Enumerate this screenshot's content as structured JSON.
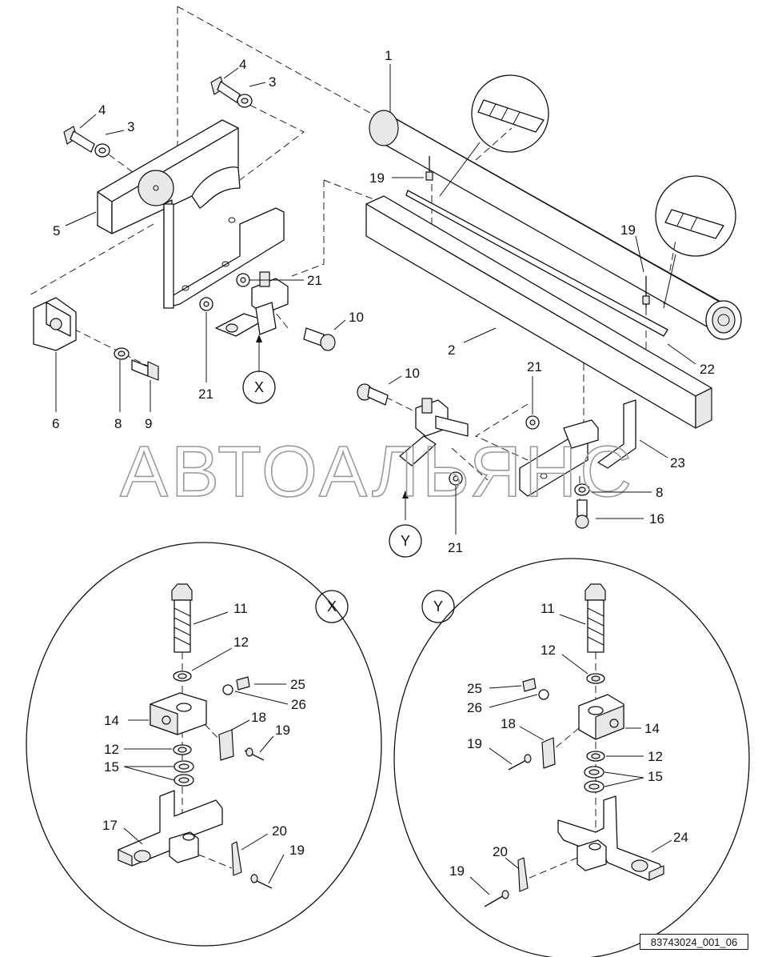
{
  "diagram": {
    "watermark": "АВТОАЛЬЯНС",
    "drawing_id": "83743024_001_06",
    "detail_bubbles": {
      "x": "X",
      "y": "Y"
    },
    "callouts": {
      "c1": "1",
      "c2": "2",
      "c3a": "3",
      "c3b": "3",
      "c4a": "4",
      "c4b": "4",
      "c5": "5",
      "c6": "6",
      "c8a": "8",
      "c8b": "8",
      "c9": "9",
      "c10a": "10",
      "c10b": "10",
      "c16": "16",
      "c19a": "19",
      "c19b": "19",
      "c21a": "21",
      "c21b": "21",
      "c21c": "21",
      "c21d": "21",
      "c22": "22",
      "c23": "23",
      "x11": "11",
      "x12a": "12",
      "x12b": "12",
      "x14": "14",
      "x15": "15",
      "x17": "17",
      "x18": "18",
      "x19a": "19",
      "x19b": "19",
      "x20": "20",
      "x25": "25",
      "x26": "26",
      "y11": "11",
      "y12a": "12",
      "y12b": "12",
      "y14": "14",
      "y15": "15",
      "y18": "18",
      "y19a": "19",
      "y19b": "19",
      "y20": "20",
      "y24": "24",
      "y25": "25",
      "y26": "26"
    }
  }
}
